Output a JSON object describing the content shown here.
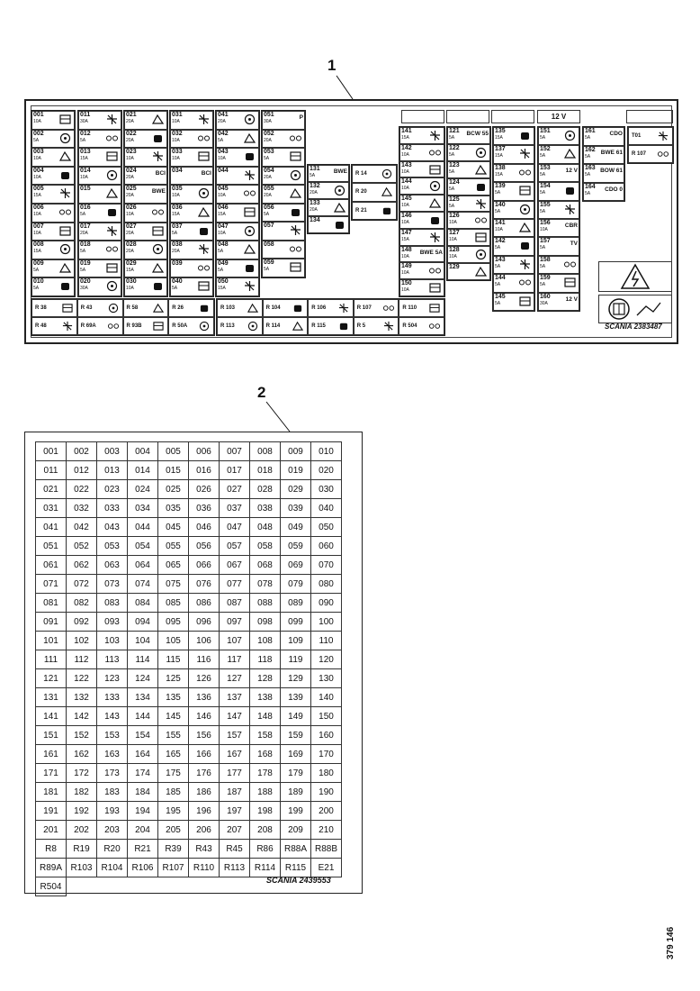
{
  "callouts": {
    "label_1": "1",
    "label_2": "2"
  },
  "doc_number": "379 146",
  "panel": {
    "brand_text": "SCANIA 2383487",
    "warning_symbol": "high-voltage-warning",
    "manual_symbol": "read-manual-icon",
    "header_voltage_1": "12 V",
    "col_a": [
      {
        "id": "001",
        "amp": "10A"
      },
      {
        "id": "002",
        "amp": "5A"
      },
      {
        "id": "003",
        "amp": "10A"
      },
      {
        "id": "004",
        "amp": "10A"
      },
      {
        "id": "005",
        "amp": "15A"
      },
      {
        "id": "006",
        "amp": "10A"
      },
      {
        "id": "007",
        "amp": "10A"
      },
      {
        "id": "008",
        "amp": "15A"
      },
      {
        "id": "009",
        "amp": "5A"
      },
      {
        "id": "010",
        "amp": "5A"
      }
    ],
    "col_b": [
      {
        "id": "011",
        "amp": "30A"
      },
      {
        "id": "012",
        "amp": "5A"
      },
      {
        "id": "013",
        "amp": "15A"
      },
      {
        "id": "014",
        "amp": "10A"
      },
      {
        "id": "015",
        "amp": ""
      },
      {
        "id": "016",
        "amp": "5A"
      },
      {
        "id": "017",
        "amp": "20A"
      },
      {
        "id": "018",
        "amp": "5A"
      },
      {
        "id": "019",
        "amp": "5A"
      },
      {
        "id": "020",
        "amp": "30A"
      }
    ],
    "col_c": [
      {
        "id": "021",
        "amp": "20A"
      },
      {
        "id": "022",
        "amp": "20A"
      },
      {
        "id": "023",
        "amp": "10A"
      },
      {
        "id": "024",
        "amp": "20A",
        "txt": "BCI"
      },
      {
        "id": "025",
        "amp": "20A",
        "txt": "BWE"
      },
      {
        "id": "026",
        "amp": "10A"
      },
      {
        "id": "027",
        "amp": "20A"
      },
      {
        "id": "028",
        "amp": "20A"
      },
      {
        "id": "029",
        "amp": "15A"
      },
      {
        "id": "030",
        "amp": "10A"
      }
    ],
    "col_d": [
      {
        "id": "031",
        "amp": "10A"
      },
      {
        "id": "032",
        "amp": "10A"
      },
      {
        "id": "033",
        "amp": "10A"
      },
      {
        "id": "034",
        "amp": "",
        "txt": "BCI"
      },
      {
        "id": "035",
        "amp": "10A"
      },
      {
        "id": "036",
        "amp": "15A"
      },
      {
        "id": "037",
        "amp": "5A"
      },
      {
        "id": "038",
        "amp": "20A"
      },
      {
        "id": "039",
        "amp": ""
      },
      {
        "id": "040",
        "amp": "5A"
      }
    ],
    "col_e": [
      {
        "id": "041",
        "amp": "20A"
      },
      {
        "id": "042",
        "amp": "5A"
      },
      {
        "id": "043",
        "amp": "10A"
      },
      {
        "id": "044",
        "amp": ""
      },
      {
        "id": "045",
        "amp": "10A"
      },
      {
        "id": "046",
        "amp": "15A"
      },
      {
        "id": "047",
        "amp": "10A"
      },
      {
        "id": "048",
        "amp": "5A"
      },
      {
        "id": "049",
        "amp": "5A"
      },
      {
        "id": "050",
        "amp": "15A"
      }
    ],
    "col_f": [
      {
        "id": "051",
        "amp": "30A",
        "txt": "P"
      },
      {
        "id": "052",
        "amp": "20A"
      },
      {
        "id": "053",
        "amp": "5A"
      },
      {
        "id": "054",
        "amp": "20A"
      },
      {
        "id": "055",
        "amp": "20A"
      },
      {
        "id": "056",
        "amp": "5A"
      },
      {
        "id": "057",
        "amp": ""
      },
      {
        "id": "058",
        "amp": ""
      },
      {
        "id": "059",
        "amp": "5A"
      }
    ],
    "col_g": [
      {
        "id": "131",
        "amp": "5A",
        "txt": "BWE"
      },
      {
        "id": "132",
        "amp": "20A"
      },
      {
        "id": "133",
        "amp": "20A"
      },
      {
        "id": "134",
        "amp": ""
      }
    ],
    "col_h": [
      {
        "id": "141",
        "amp": "15A"
      },
      {
        "id": "142",
        "amp": "10A"
      },
      {
        "id": "143",
        "amp": "10A"
      },
      {
        "id": "144",
        "amp": "10A"
      },
      {
        "id": "145",
        "amp": "10A"
      },
      {
        "id": "146",
        "amp": "10A"
      },
      {
        "id": "147",
        "amp": "15A"
      },
      {
        "id": "148",
        "amp": "10A",
        "txt": "BWE 5A"
      },
      {
        "id": "149",
        "amp": "10A"
      },
      {
        "id": "150",
        "amp": "10A"
      }
    ],
    "col_i": [
      {
        "id": "121",
        "amp": "5A",
        "txt": "BCW 55"
      },
      {
        "id": "122",
        "amp": "5A"
      },
      {
        "id": "123",
        "amp": "5A"
      },
      {
        "id": "124",
        "amp": "5A"
      },
      {
        "id": "125",
        "amp": "5A"
      },
      {
        "id": "126",
        "amp": "10A"
      },
      {
        "id": "127",
        "amp": "10A"
      },
      {
        "id": "128",
        "amp": "10A"
      },
      {
        "id": "129",
        "amp": ""
      }
    ],
    "col_j": [
      {
        "id": "135",
        "amp": "15A"
      },
      {
        "id": "137",
        "amp": "15A"
      },
      {
        "id": "138",
        "amp": "15A"
      },
      {
        "id": "139",
        "amp": "5A"
      },
      {
        "id": "140",
        "amp": "5A"
      },
      {
        "id": "141",
        "amp": "10A"
      },
      {
        "id": "142",
        "amp": "5A"
      },
      {
        "id": "143",
        "amp": "5A"
      },
      {
        "id": "144",
        "amp": "5A"
      },
      {
        "id": "145",
        "amp": "5A"
      }
    ],
    "col_k": [
      {
        "id": "151",
        "amp": "5A"
      },
      {
        "id": "152",
        "amp": "5A"
      },
      {
        "id": "153",
        "amp": "5A",
        "txt": "12 V"
      },
      {
        "id": "154",
        "amp": "5A"
      },
      {
        "id": "155",
        "amp": "5A"
      },
      {
        "id": "156",
        "amp": "10A",
        "txt": "CBR"
      },
      {
        "id": "157",
        "amp": "5A",
        "txt": "TV"
      },
      {
        "id": "158",
        "amp": "5A"
      },
      {
        "id": "159",
        "amp": "5A"
      },
      {
        "id": "160",
        "amp": "30A",
        "txt": "12 V"
      }
    ],
    "col_l": [
      {
        "id": "161",
        "amp": "5A",
        "txt": "CDO"
      },
      {
        "id": "162",
        "amp": "5A",
        "txt": "BWE 61"
      },
      {
        "id": "163",
        "amp": "5A",
        "txt": "BOW 61"
      },
      {
        "id": "164",
        "amp": "5A",
        "txt": "CDO 0"
      }
    ],
    "relays_a": [
      {
        "id": "R 38"
      },
      {
        "id": "R 43"
      },
      {
        "id": "R 58"
      },
      {
        "id": "R 26"
      },
      {
        "id": "R 48"
      },
      {
        "id": "R 69A"
      },
      {
        "id": "R 93B"
      },
      {
        "id": "R 50A"
      }
    ],
    "relays_b": [
      {
        "id": "R 103"
      },
      {
        "id": "R 104"
      },
      {
        "id": "R 106"
      },
      {
        "id": "R 107"
      },
      {
        "id": "R 110"
      },
      {
        "id": "R 113"
      },
      {
        "id": "R 114"
      },
      {
        "id": "R 115"
      },
      {
        "id": "R 5"
      },
      {
        "id": "R 504"
      }
    ],
    "relays_c": [
      {
        "id": "R 14"
      },
      {
        "id": "R 20"
      },
      {
        "id": "R 21"
      }
    ],
    "relays_d": [
      {
        "id": "T01"
      },
      {
        "id": "R 107"
      }
    ]
  },
  "table": {
    "brand_text": "SCANIA 2439553",
    "rows": [
      [
        "001",
        "002",
        "003",
        "004",
        "005",
        "006",
        "007",
        "008",
        "009",
        "010"
      ],
      [
        "011",
        "012",
        "013",
        "014",
        "015",
        "016",
        "017",
        "018",
        "019",
        "020"
      ],
      [
        "021",
        "022",
        "023",
        "024",
        "025",
        "026",
        "027",
        "028",
        "029",
        "030"
      ],
      [
        "031",
        "032",
        "033",
        "034",
        "035",
        "036",
        "037",
        "038",
        "039",
        "040"
      ],
      [
        "041",
        "042",
        "043",
        "044",
        "045",
        "046",
        "047",
        "048",
        "049",
        "050"
      ],
      [
        "051",
        "052",
        "053",
        "054",
        "055",
        "056",
        "057",
        "058",
        "059",
        "060"
      ],
      [
        "061",
        "062",
        "063",
        "064",
        "065",
        "066",
        "067",
        "068",
        "069",
        "070"
      ],
      [
        "071",
        "072",
        "073",
        "074",
        "075",
        "076",
        "077",
        "078",
        "079",
        "080"
      ],
      [
        "081",
        "082",
        "083",
        "084",
        "085",
        "086",
        "087",
        "088",
        "089",
        "090"
      ],
      [
        "091",
        "092",
        "093",
        "094",
        "095",
        "096",
        "097",
        "098",
        "099",
        "100"
      ],
      [
        "101",
        "102",
        "103",
        "104",
        "105",
        "106",
        "107",
        "108",
        "109",
        "110"
      ],
      [
        "111",
        "112",
        "113",
        "114",
        "115",
        "116",
        "117",
        "118",
        "119",
        "120"
      ],
      [
        "121",
        "122",
        "123",
        "124",
        "125",
        "126",
        "127",
        "128",
        "129",
        "130"
      ],
      [
        "131",
        "132",
        "133",
        "134",
        "135",
        "136",
        "137",
        "138",
        "139",
        "140"
      ],
      [
        "141",
        "142",
        "143",
        "144",
        "145",
        "146",
        "147",
        "148",
        "149",
        "150"
      ],
      [
        "151",
        "152",
        "153",
        "154",
        "155",
        "156",
        "157",
        "158",
        "159",
        "160"
      ],
      [
        "161",
        "162",
        "163",
        "164",
        "165",
        "166",
        "167",
        "168",
        "169",
        "170"
      ],
      [
        "171",
        "172",
        "173",
        "174",
        "175",
        "176",
        "177",
        "178",
        "179",
        "180"
      ],
      [
        "181",
        "182",
        "183",
        "184",
        "185",
        "186",
        "187",
        "188",
        "189",
        "190"
      ],
      [
        "191",
        "192",
        "193",
        "194",
        "195",
        "196",
        "197",
        "198",
        "199",
        "200"
      ],
      [
        "201",
        "202",
        "203",
        "204",
        "205",
        "206",
        "207",
        "208",
        "209",
        "210"
      ],
      [
        "R8",
        "R19",
        "R20",
        "R21",
        "R39",
        "R43",
        "R45",
        "R86",
        "R88A",
        "R88B"
      ],
      [
        "R89A",
        "R103",
        "R104",
        "R106",
        "R107",
        "R110",
        "R113",
        "R114",
        "R115",
        "E21"
      ],
      [
        "R504",
        "",
        "",
        "",
        "",
        "",
        "",
        "",
        "",
        ""
      ]
    ]
  }
}
